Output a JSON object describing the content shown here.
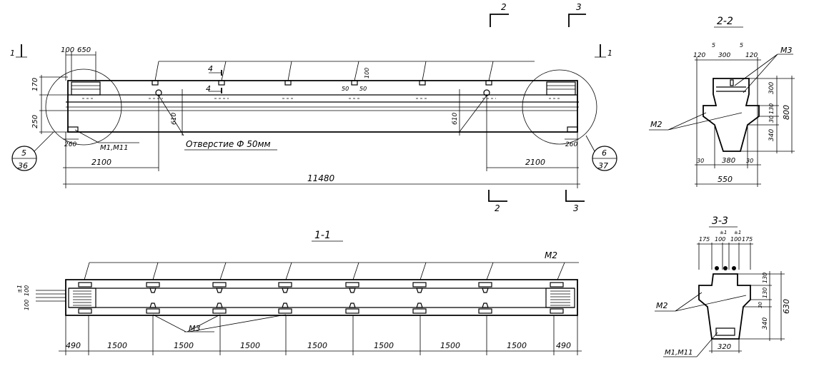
{
  "plan": {
    "dim_100": "100",
    "dim_650": "650",
    "dim_170": "170",
    "dim_250": "250",
    "dim_260_left": "260",
    "dim_260_right": "260",
    "dim_610_left": "610",
    "dim_610_right": "610",
    "dim_2100_left": "2100",
    "dim_2100_right": "2100",
    "dim_total": "11480",
    "dim_100_detail": "100",
    "dim_50_a": "50",
    "dim_50_b": "50",
    "label_m1_m11": "М1,М11",
    "hole_note": "Отверстие Ф 50мм",
    "callout_left_num": "5",
    "callout_left_sheet": "36",
    "callout_right_num": "6",
    "callout_right_sheet": "37"
  },
  "section_marks": {
    "s1": "1",
    "s2": "2",
    "s3": "3",
    "s4": "4"
  },
  "section_1_1": {
    "title": "1-1",
    "label_m2": "М2",
    "label_m3": "М3",
    "dim_pm1": "±1",
    "dim_100a": "100",
    "dim_100b": "100",
    "segments": [
      "490",
      "1500",
      "1500",
      "1500",
      "1500",
      "1500",
      "1500",
      "1500",
      "490"
    ]
  },
  "section_2_2": {
    "title": "2-2",
    "label_m3": "М3",
    "label_m2": "М2",
    "dim_120_left": "120",
    "dim_5_left": "5",
    "dim_300_top": "300",
    "dim_5_right": "5",
    "dim_120_right": "120",
    "dim_300_side": "300",
    "dim_130": "130",
    "dim_30_side": "30",
    "dim_340": "340",
    "dim_800": "800",
    "dim_30_left": "30",
    "dim_380": "380",
    "dim_30_right": "30",
    "dim_550": "550"
  },
  "section_3_3": {
    "title": "3-3",
    "label_m2": "М2",
    "label_m1_m11": "М1,М11",
    "dim_175_left": "175",
    "dim_100_left": "100",
    "dim_100_right": "100",
    "dim_175_right": "175",
    "dim_pm1_left": "±1",
    "dim_pm1_right": "±1",
    "dim_130_top": "130",
    "dim_130_mid": "130",
    "dim_30": "30",
    "dim_340": "340",
    "dim_630": "630",
    "dim_320": "320"
  }
}
